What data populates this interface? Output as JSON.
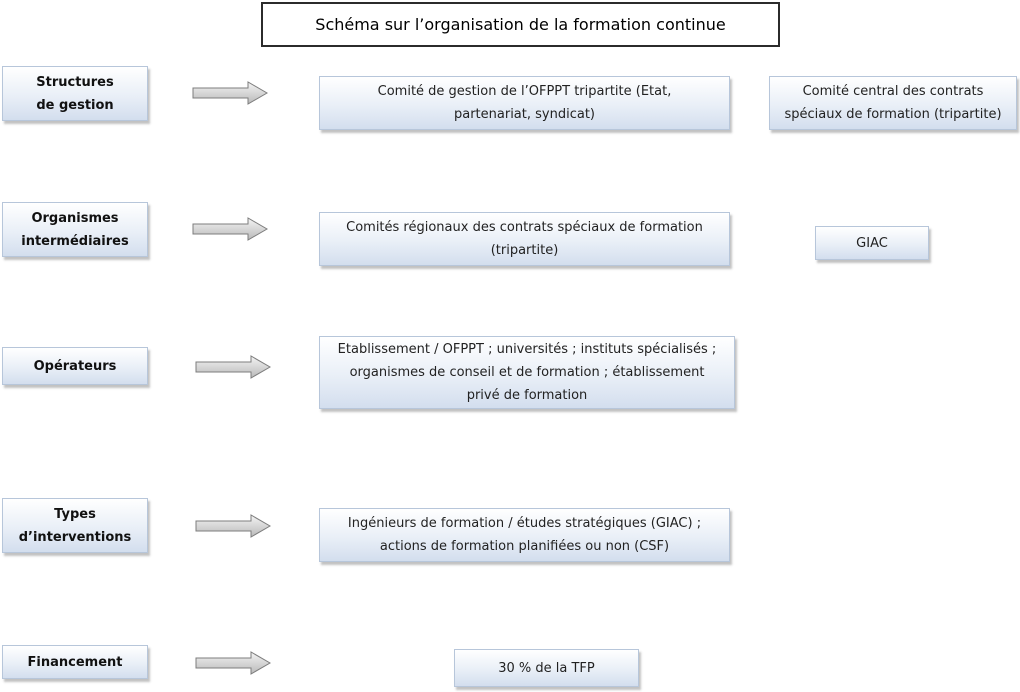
{
  "title": "Schéma sur l’organisation de la formation continue",
  "rows": [
    {
      "category": "Structures de gestion",
      "boxes": [
        "Comité de gestion de l’OFPPT tripartite (Etat, partenariat, syndicat)",
        "Comité central des contrats spéciaux de formation (tripartite)"
      ]
    },
    {
      "category": "Organismes intermédiaires",
      "boxes": [
        "Comités régionaux des contrats spéciaux de formation (tripartite)",
        "GIAC"
      ]
    },
    {
      "category": "Opérateurs",
      "boxes": [
        "Etablissement / OFPPT ; universités ; instituts spécialisés ; organismes de conseil et de formation ; établissement privé de formation"
      ]
    },
    {
      "category": "Types d’interventions",
      "boxes": [
        "Ingénieurs de formation / études stratégiques (GIAC) ; actions de formation planifiées ou non (CSF)"
      ]
    },
    {
      "category": "Financement",
      "boxes": [
        "30 % de la TFP"
      ]
    }
  ]
}
